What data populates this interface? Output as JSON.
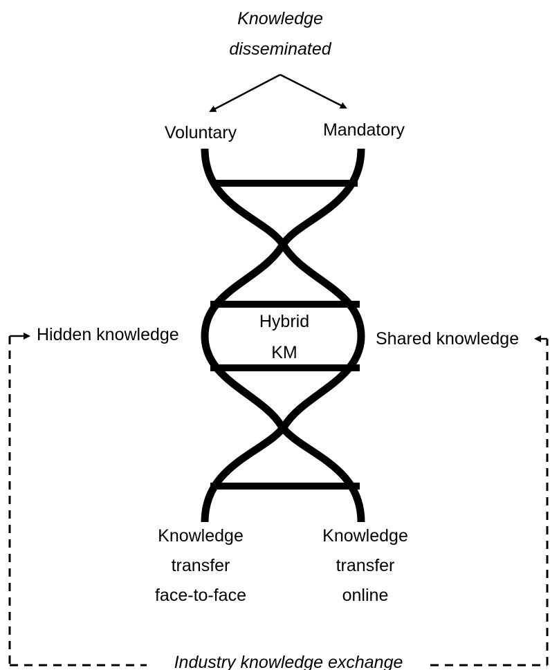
{
  "diagram": {
    "top_title_line1": "Knowledge",
    "top_title_line2": "disseminated",
    "left_top": "Voluntary",
    "right_top": "Mandatory",
    "center_line1": "Hybrid",
    "center_line2": "KM",
    "left_middle": "Hidden knowledge",
    "right_middle": "Shared knowledge",
    "bottom_left_line1": "Knowledge",
    "bottom_left_line2": "transfer",
    "bottom_left_line3": "face-to-face",
    "bottom_right_line1": "Knowledge",
    "bottom_right_line2": "transfer",
    "bottom_right_line3": "online",
    "bottom_title": "Industry knowledge exchange"
  }
}
